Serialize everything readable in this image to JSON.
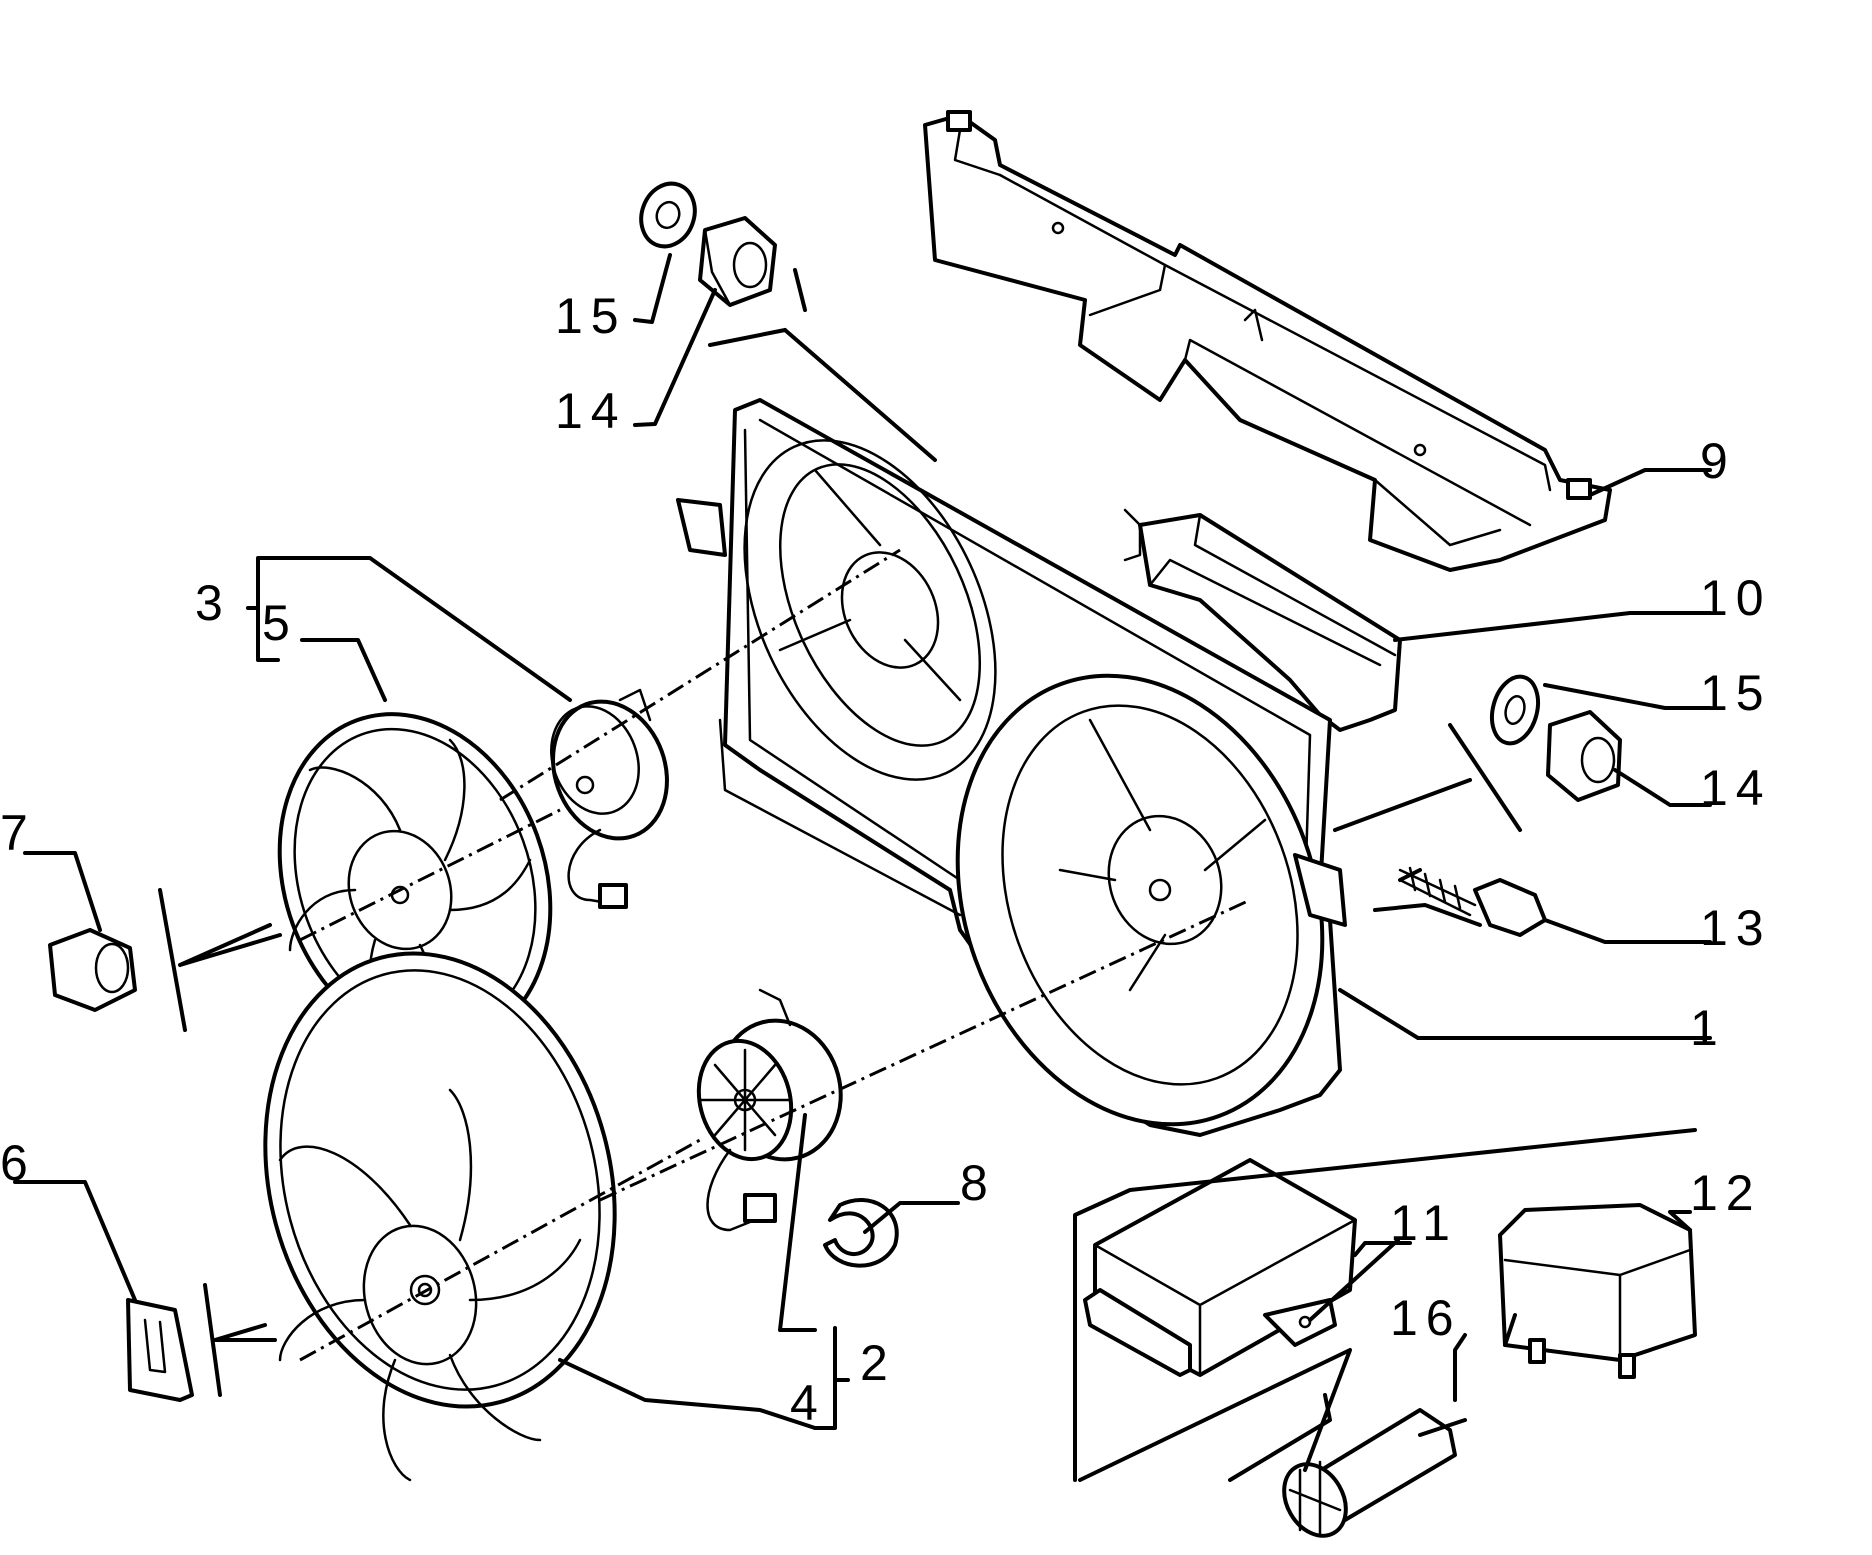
{
  "callouts": [
    {
      "id": "c1",
      "text": "1"
    },
    {
      "id": "c2",
      "text": "2"
    },
    {
      "id": "c3",
      "text": "3"
    },
    {
      "id": "c4",
      "text": "4"
    },
    {
      "id": "c5",
      "text": "5"
    },
    {
      "id": "c6",
      "text": "6"
    },
    {
      "id": "c7",
      "text": "7"
    },
    {
      "id": "c8",
      "text": "8"
    },
    {
      "id": "c9",
      "text": "9"
    },
    {
      "id": "c10",
      "text": "10"
    },
    {
      "id": "c11",
      "text": "11"
    },
    {
      "id": "c12",
      "text": "12"
    },
    {
      "id": "c13",
      "text": "13"
    },
    {
      "id": "c14a",
      "text": "14"
    },
    {
      "id": "c14b",
      "text": "14"
    },
    {
      "id": "c15a",
      "text": "15"
    },
    {
      "id": "c15b",
      "text": "15"
    },
    {
      "id": "c16",
      "text": "16"
    }
  ]
}
